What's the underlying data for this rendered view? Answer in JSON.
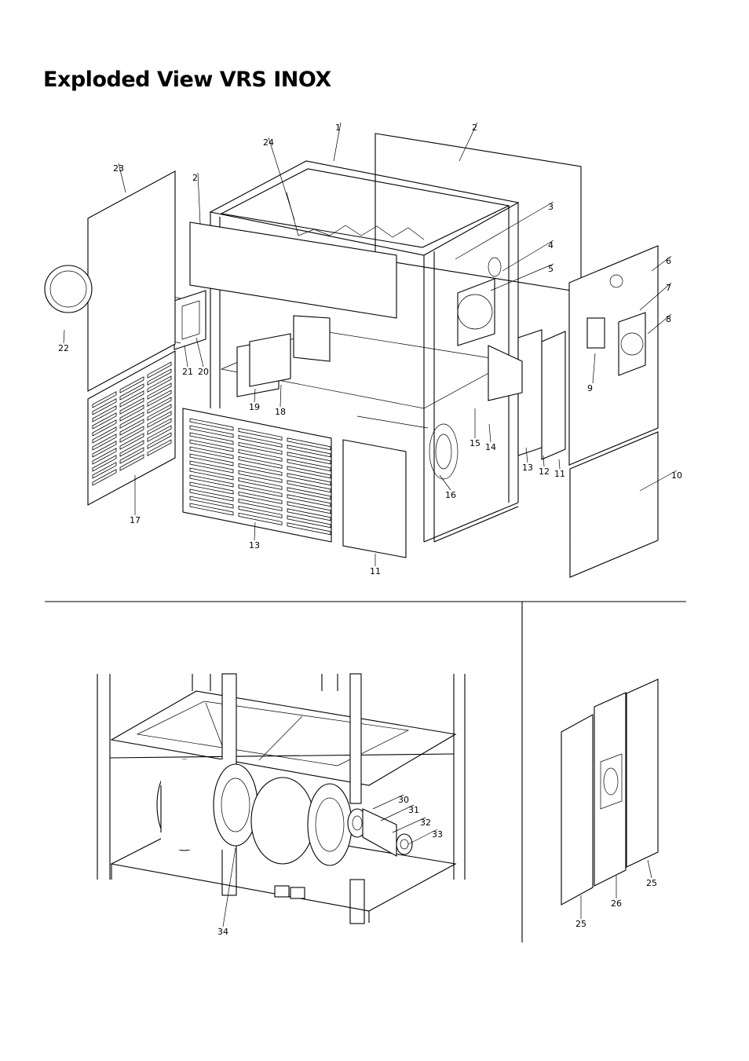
{
  "title": "Exploded View VRS INOX",
  "callouts_main": [
    "1",
    "2",
    "2",
    "3",
    "4",
    "5",
    "6",
    "7",
    "8",
    "9",
    "10",
    "11",
    "11",
    "12",
    "13",
    "13",
    "14",
    "15",
    "16",
    "17",
    "18",
    "19",
    "20",
    "21",
    "22",
    "23",
    "24"
  ],
  "callouts_fan": [
    "30",
    "31",
    "32",
    "33",
    "34"
  ],
  "callouts_panel": [
    "25",
    "25",
    "26"
  ]
}
